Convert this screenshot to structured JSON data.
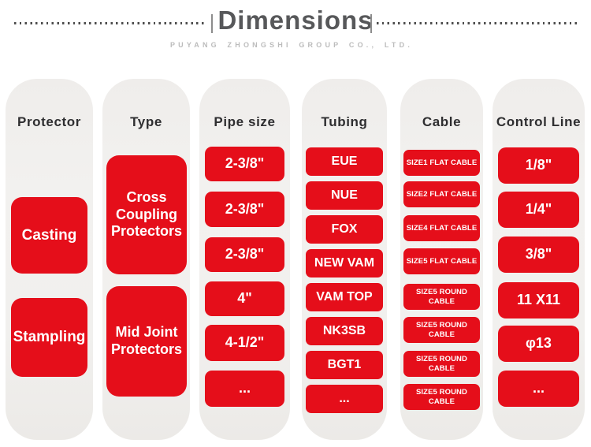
{
  "header": {
    "title": "Dimensions",
    "subtitle": "PUYANG ZHONGSHI GROUP CO., LTD."
  },
  "colors": {
    "accent_red": "#e50e1a",
    "column_background": "#f0efed",
    "title_gray": "#57585a",
    "subtitle_gray": "#bcbcbc"
  },
  "columns": [
    {
      "label": "Protector",
      "items": [
        "Casting",
        "Stampling"
      ]
    },
    {
      "label": "Type",
      "items": [
        "Cross Coupling Protectors",
        "Mid Joint Protectors"
      ]
    },
    {
      "label": "Pipe size",
      "items": [
        "2-3/8\"",
        "2-3/8\"",
        "2-3/8\"",
        "4\"",
        "4-1/2\"",
        "..."
      ]
    },
    {
      "label": "Tubing",
      "items": [
        "EUE",
        "NUE",
        "FOX",
        "NEW VAM",
        "VAM TOP",
        "NK3SB",
        "BGT1",
        "..."
      ]
    },
    {
      "label": "Cable",
      "items": [
        "SIZE1 FLAT CABLE",
        "SIZE2 FLAT CABLE",
        "SIZE4 FLAT CABLE",
        "SIZE5 FLAT CABLE",
        "SIZE5 ROUND CABLE",
        "SIZE5 ROUND CABLE",
        "SIZE5 ROUND CABLE",
        "SIZE5 ROUND CABLE"
      ]
    },
    {
      "label": "Control Line",
      "items": [
        "1/8\"",
        "1/4\"",
        "3/8\"",
        "11 X11",
        "φ13",
        "..."
      ]
    }
  ]
}
